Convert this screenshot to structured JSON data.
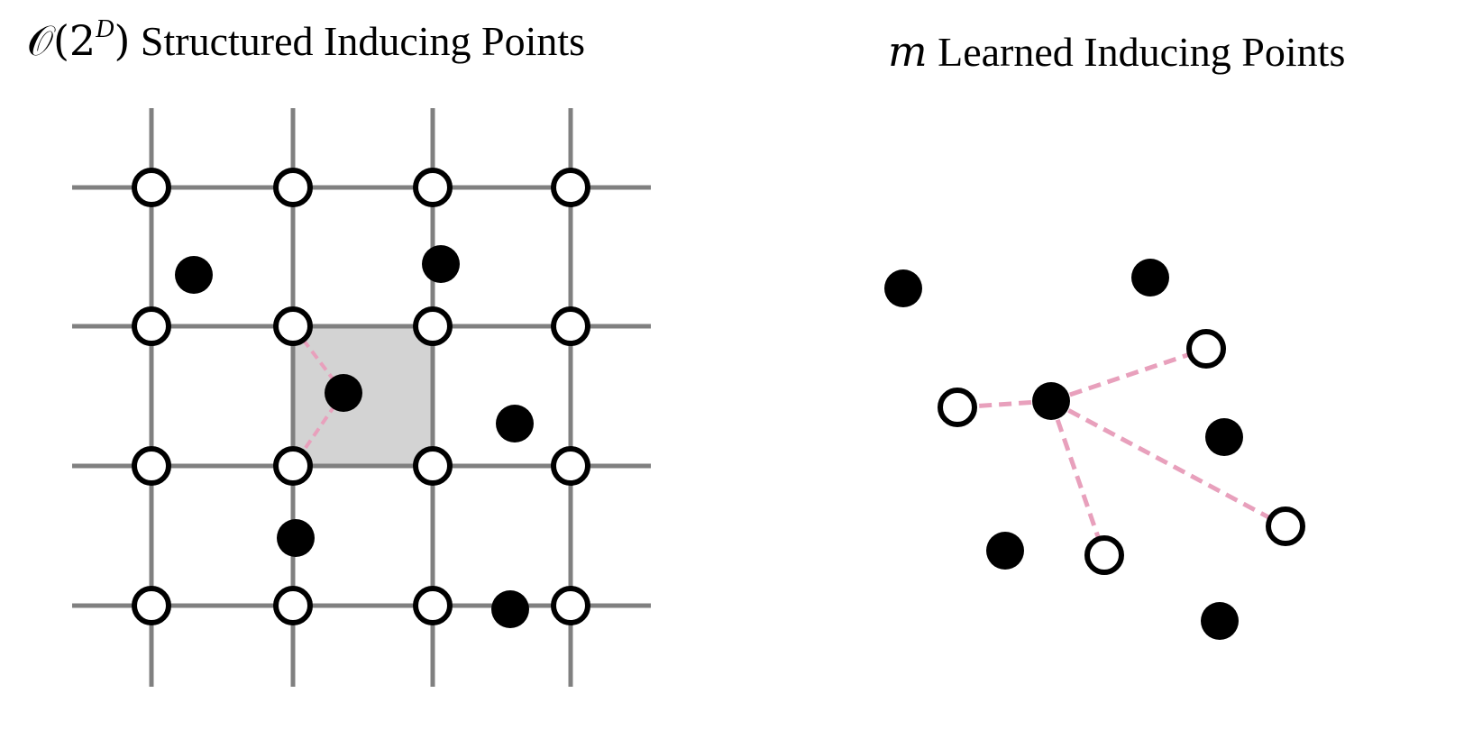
{
  "left_panel": {
    "title_math": "𝒪(2",
    "title_sup": "D",
    "title_math_close": ")",
    "title_text": "Structured Inducing Points",
    "grid": {
      "columns": 4,
      "rows": 4,
      "highlighted_cell": {
        "col": 1,
        "row": 1
      },
      "connected_data_point": 2,
      "connected_nodes": [
        [
          1,
          1
        ],
        [
          1,
          2
        ]
      ]
    },
    "data_points": [
      {
        "id": "dp-1"
      },
      {
        "id": "dp-2"
      },
      {
        "id": "dp-3"
      },
      {
        "id": "dp-4"
      },
      {
        "id": "dp-5"
      },
      {
        "id": "dp-6"
      }
    ]
  },
  "right_panel": {
    "title_math": "m",
    "title_text": "Learned Inducing Points",
    "data_points": [
      {
        "id": "dp-a"
      },
      {
        "id": "dp-b"
      },
      {
        "id": "dp-c"
      },
      {
        "id": "dp-d"
      },
      {
        "id": "dp-e"
      },
      {
        "id": "dp-f"
      }
    ],
    "inducing_points": [
      {
        "id": "ip-a"
      },
      {
        "id": "ip-b"
      },
      {
        "id": "ip-c"
      },
      {
        "id": "ip-d"
      }
    ],
    "connected_data_point": "dp-c"
  },
  "colors": {
    "grid_line": "#808080",
    "highlight_fill": "#d3d3d3",
    "connector": "#e8a0bc",
    "point_fill": "#000000",
    "inducing_fill": "#ffffff",
    "inducing_stroke": "#000000"
  }
}
